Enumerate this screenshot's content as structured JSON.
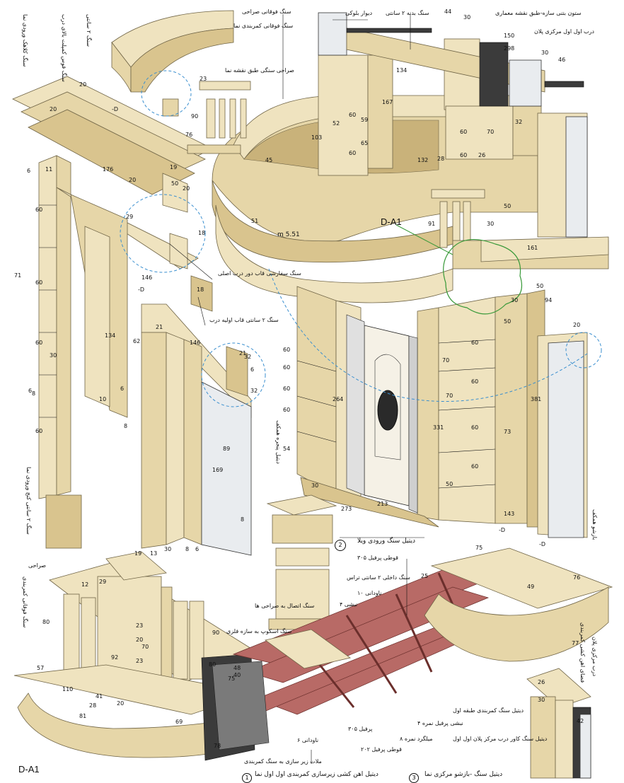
{
  "labels": {
    "stone_cap_fence": "سنگ کلاهک ورودی نما",
    "stone_molding_top": "سنگ قوس کمپلت بالای درب",
    "stone_2cm_a": "سنگ ۲ سانتی",
    "stone_balustrade_top": "سنگ فوقانی صراحی",
    "stone_cornice_top": "سنگ فوقانی کمربندی نما",
    "railing_stone": "صراحی سنگی طبق نقشه نما",
    "stone_body_2cm": "سنگ بدنه ۲ سانتی",
    "block_wall": "دیوار بلوکی",
    "column_concrete": "ستون بتنی سازه-طبق نقشه معماری",
    "door_first_floor": "درب اول اول مرکزی پلان",
    "stone_frame_door": "سنگ سفارشی قاب دور درب اصلی",
    "stone_2cm_door": "سنگ ۲ سانتی قاب اولیه درب",
    "window_profile": "دیتیل پنجره همکف",
    "stone_2cm_entry": "سنگ ۲ سانتی کنج ورودی نما",
    "entry_detail_title": "دیتیل سنگ ورودی ویلا",
    "balustrade_label": "صراحی",
    "stone_top_belt": "سنگ فوقانی کمربندی",
    "stone_connect_railing": "سنگ اتصال به صراحی ها",
    "stone_anchor": "سنگ اسکوپ به سازه فلزی",
    "profile_box": "قوطی پرفیل ۳۰۵",
    "stone_inner_terrace": "سنگ داخلی ۲ سانتی تراس",
    "channel_10": "ناودانی ۱۰",
    "angle_4": "نبشی ۴",
    "angle_profile_4": "نبشی پرفیل نمره ۴",
    "profile_305": "پرفیل ۳۰۵",
    "rebar_8": "میلگرد نمره ۸",
    "channel_6": "ناودانی ۶",
    "profile_box_202": "قوطی پرفیل ۲۰۲",
    "mortar": "ملات زیر سازی به سنگ کمربندی",
    "stone_belt_floor": "دیتیل سنگ کمربندی طبقه اول",
    "stone_cover_door": "دیتیل سنگ کاور درب مرکز پلان اول اول",
    "steel_detail_title": "دیتیل اهن کشی زیرسازی کمربندی اول اول نما",
    "center_detail_title": "دیتیل سنگ -بازشو مرکزی نما",
    "side_right": "بازشو همکف",
    "steel_roof": "فضای اهن کشی کمربندی",
    "door_center": "درب مرکزی پلان",
    "detail_tag_main": "D-A1",
    "detail_tag_small": "D-A1",
    "circle_2": "2",
    "circle_1": "1",
    "circle_3": "3",
    "d_mark": "D-",
    "len_551": "5.51 m"
  },
  "dims": {
    "left_col": [
      "20",
      "20",
      "11",
      "6",
      "60",
      "71",
      "60",
      "60",
      "30",
      "6",
      "8",
      "60",
      "176",
      "20",
      "29",
      "19",
      "50",
      "20",
      "146",
      "18",
      "18",
      "134",
      "10",
      "6",
      "8"
    ],
    "door": [
      "21",
      "146",
      "62",
      "21",
      "32",
      "6",
      "89",
      "169",
      "19",
      "13",
      "30",
      "8",
      "6"
    ],
    "curve": [
      "23",
      "90",
      "76",
      "45",
      "103",
      "60",
      "60",
      "59",
      "52",
      "65",
      "134",
      "167",
      "132",
      "60",
      "70",
      "32",
      "60",
      "28",
      "26",
      "50",
      "51",
      "30",
      "161",
      "91",
      "50",
      "44",
      "30",
      "150",
      "298",
      "30",
      "46"
    ],
    "entry": [
      "60",
      "94",
      "30",
      "50",
      "60",
      "60",
      "60",
      "60",
      "70",
      "50",
      "264",
      "331",
      "381",
      "73",
      "54",
      "60",
      "60",
      "60",
      "70",
      "30",
      "143",
      "273",
      "213",
      "32",
      "20",
      "8"
    ],
    "rail": [
      "12",
      "29",
      "23",
      "20",
      "70",
      "23",
      "92",
      "80",
      "57",
      "80",
      "110",
      "41",
      "28",
      "20",
      "81",
      "69",
      "78",
      "90",
      "75",
      "40",
      "48"
    ],
    "steel": [
      "75",
      "76",
      "25",
      "49",
      "77",
      "26",
      "30",
      "42"
    ]
  },
  "colors": {
    "stone": "#efe3bf",
    "stone_shade": "#d9c48e",
    "steel": "#b86a66",
    "detail_circle": "#3a8fcf",
    "callout": "#3a9a3a"
  }
}
